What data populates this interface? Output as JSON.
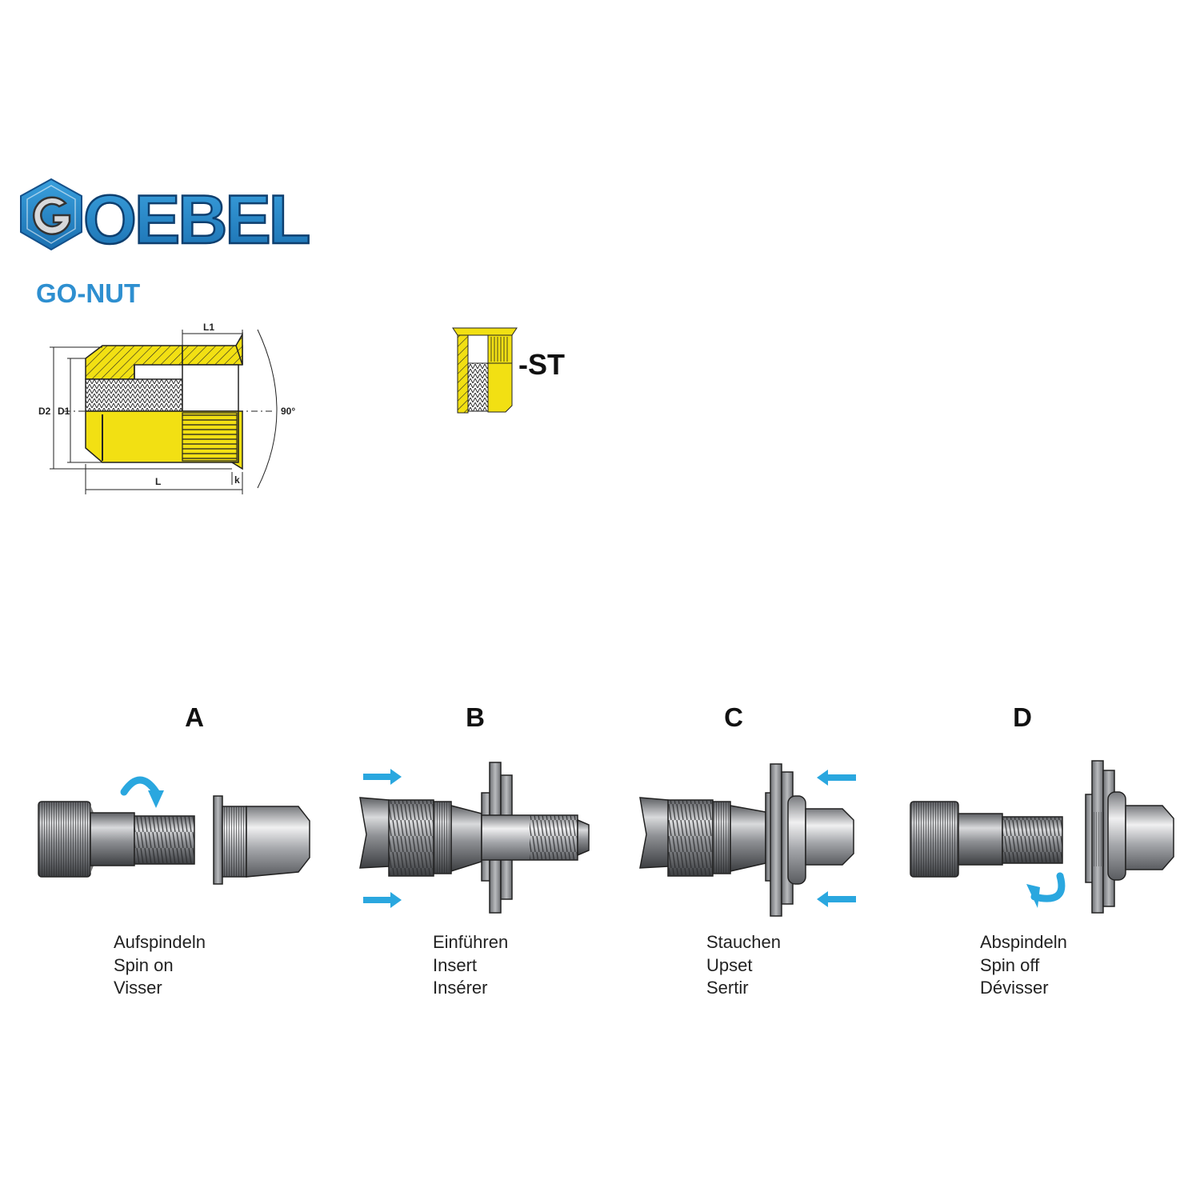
{
  "logo": {
    "text": "GOEBEL"
  },
  "product": {
    "title": "GO-NUT",
    "variant_suffix": "-ST",
    "dimension_labels": {
      "l1": "L1",
      "d2": "D2",
      "d1": "D1",
      "angle": "90°",
      "l": "L",
      "k": "k"
    }
  },
  "steps": [
    {
      "letter": "A",
      "lines": [
        "Aufspindeln",
        "Spin on",
        "Visser"
      ]
    },
    {
      "letter": "B",
      "lines": [
        "Einführen",
        "Insert",
        "Insérer"
      ]
    },
    {
      "letter": "C",
      "lines": [
        "Stauchen",
        "Upset",
        "Sertir"
      ]
    },
    {
      "letter": "D",
      "lines": [
        "Abspindeln",
        "Spin off",
        "Dévisser"
      ]
    }
  ],
  "colors": {
    "brand_blue": "#2e8fd0",
    "nut_yellow": "#f2e013",
    "steel_gray": "#8a8c90",
    "arrow_blue": "#2aa7df"
  },
  "icons": [
    "goebel-hex-logo-icon",
    "rotate-arrow-icon",
    "push-arrow-icon"
  ]
}
